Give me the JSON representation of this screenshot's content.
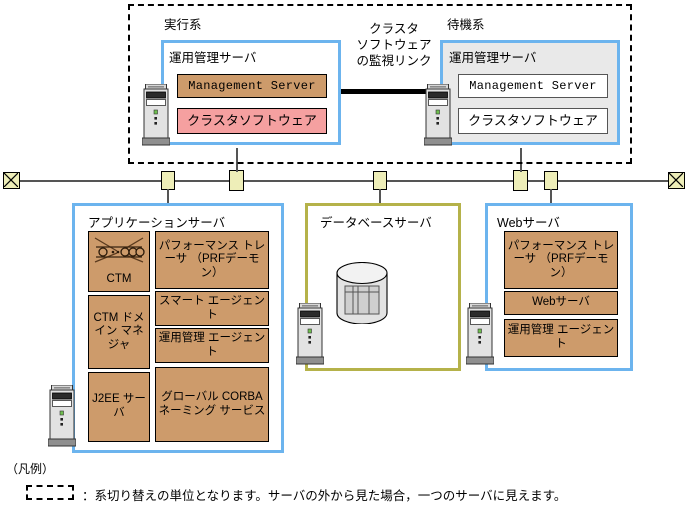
{
  "diagram": {
    "cluster_unit": {
      "active": {
        "system_label": "実行系",
        "server_group_title": "運用管理サーバ",
        "components": [
          {
            "label": "Management Server",
            "style": "tan-mono"
          },
          {
            "label": "クラスタソフトウェア",
            "style": "pink"
          }
        ]
      },
      "standby": {
        "system_label": "待機系",
        "server_group_title": "運用管理サーバ",
        "components": [
          {
            "label": "Management Server",
            "style": "white-mono"
          },
          {
            "label": "クラスタソフトウェア",
            "style": "white"
          }
        ]
      },
      "link_label": "クラスタ\nソフトウェア\nの監視リンク"
    },
    "app_server": {
      "title": "アプリケーションサーバ",
      "left_column": [
        {
          "label": "CTM",
          "icon": "ctm-queue-icon"
        },
        {
          "label": "CTM\nドメイン\nマネジャ"
        },
        {
          "label": "J2EE\nサーバ"
        }
      ],
      "right_column": [
        {
          "label": "パフォーマンス\nトレーサ\n（PRFデーモン）"
        },
        {
          "label": "スマート\nエージェント"
        },
        {
          "label": "運用管理\nエージェント"
        },
        {
          "label": "グローバル\nCORBA\nネーミング\nサービス"
        }
      ]
    },
    "db_server": {
      "title": "データベースサーバ",
      "icon": "database-cylinder-icon"
    },
    "web_server": {
      "title": "Webサーバ",
      "components": [
        {
          "label": "パフォーマンス\nトレーサ\n（PRFデーモン）"
        },
        {
          "label": "Webサーバ"
        },
        {
          "label": "運用管理\nエージェント"
        }
      ]
    },
    "legend": {
      "title": "（凡例）",
      "entry": "：系切り替えの単位となります。サーバの外から見た場合，一つのサーバに見えます。"
    },
    "colors": {
      "component_fill": "#cd9b6b",
      "cluster_software_fill": "#f5a0a0",
      "frame_blue": "#6cb4ee",
      "frame_olive": "#b5b24a",
      "connector_fill": "#eeeeb8",
      "standby_fill": "#e9e9e9"
    }
  }
}
